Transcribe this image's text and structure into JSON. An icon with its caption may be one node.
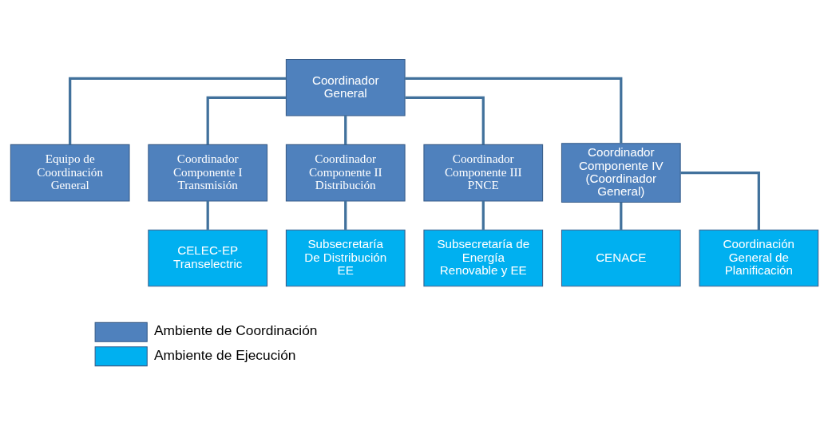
{
  "diagram": {
    "nodes": [
      {
        "text": [
          "Coordinador General"
        ]
      },
      {
        "text": [
          "Equipo de Coordinación General"
        ]
      },
      {
        "text": [
          "Coordinador Componente I Transmisión"
        ]
      },
      {
        "text": [
          "Coordinador Componente II Distribución"
        ]
      },
      {
        "text": [
          "Coordinador Componente III PNCE"
        ]
      },
      {
        "text": [
          "Coordinador Componente IV",
          "(Coordinador General)"
        ]
      },
      {
        "text": [
          "CELEC-EP Transelectric"
        ]
      },
      {
        "text": [
          "Subsecretaría",
          "De Distribución EE"
        ]
      },
      {
        "text": [
          "Subsecretaría de Energía Renovable y EE"
        ]
      },
      {
        "text": [
          "CENACE"
        ]
      },
      {
        "text": [
          "Coordinación General de Planificación"
        ]
      }
    ],
    "edges": [
      {
        "from": 0,
        "to": 1,
        "arrow": "none"
      },
      {
        "from": 0,
        "to": 2,
        "arrow": "none"
      },
      {
        "from": 0,
        "to": 3,
        "arrow": "none"
      },
      {
        "from": 0,
        "to": 4,
        "arrow": "none"
      },
      {
        "from": 0,
        "to": 5,
        "arrow": "none"
      },
      {
        "from": 2,
        "to": 6,
        "arrow": "none"
      },
      {
        "from": 3,
        "to": 7,
        "arrow": "none"
      },
      {
        "from": 4,
        "to": 8,
        "arrow": "none"
      },
      {
        "from": 5,
        "to": 9,
        "arrow": "none"
      },
      {
        "from": 5,
        "to": 10,
        "arrow": "none"
      }
    ],
    "legend": [
      {
        "text": "Ambiente de Coordinación",
        "color": "#4f81bd"
      },
      {
        "text": "Ambiente de Ejecución",
        "color": "#00b0f0"
      }
    ]
  }
}
